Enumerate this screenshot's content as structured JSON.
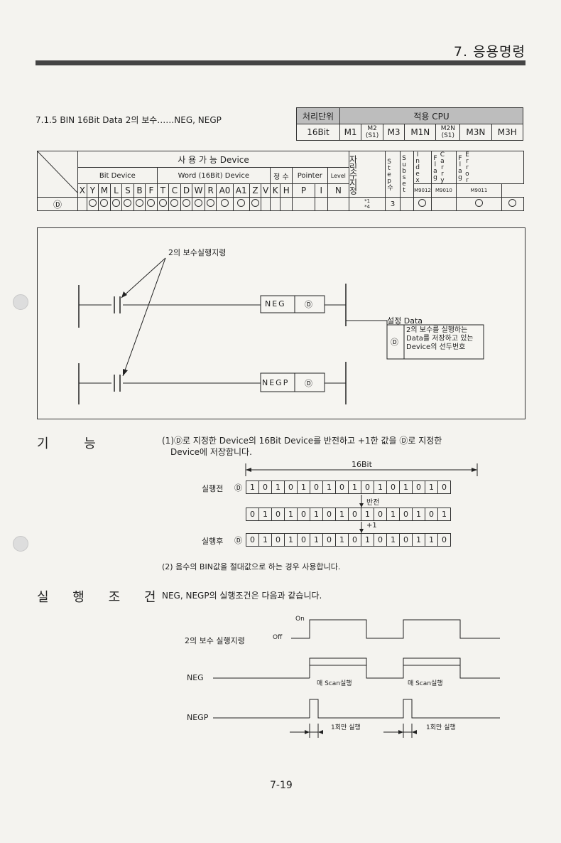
{
  "header": {
    "chapter_title": "7. 응용명령"
  },
  "section": {
    "title": "7.1.5 BIN 16Bit Data 2의 보수……NEG, NEGP"
  },
  "cpu_table": {
    "unit_label": "처리단위",
    "cpu_label": "적용 CPU",
    "unit_value": "16Bit",
    "cpus": [
      "M1",
      "M2\n(S1)",
      "M3",
      "M1N",
      "M2N\n(S1)",
      "M3N",
      "M3H"
    ]
  },
  "device_table": {
    "usable": "사 용 가 능   Device",
    "bit_device": "Bit Device",
    "word_device": "Word (16Bit) Device",
    "const": "정 수",
    "pointer": "Pointer",
    "level": "Level",
    "digit": "자릿수지정",
    "step": "Step수",
    "subset": "Subset",
    "index": "Index",
    "carry": "Carry Flag",
    "error": "Error Flag",
    "cols": [
      "X",
      "Y",
      "M",
      "L",
      "S",
      "B",
      "F",
      "T",
      "C",
      "D",
      "W",
      "R",
      "A0",
      "A1",
      "Z",
      "V",
      "K",
      "H",
      "P",
      "I",
      "N"
    ],
    "flags": [
      "M9012",
      "M9010",
      "M9011"
    ],
    "operand": "Ⓓ",
    "row": [
      "",
      "○",
      "○",
      "○",
      "○",
      "○",
      "○",
      "○",
      "○",
      "○",
      "○",
      "○",
      "○",
      "○",
      "○",
      "",
      "",
      "",
      "",
      "",
      ""
    ],
    "digit_val": "*1\n*4",
    "step_val": "3",
    "index_val": "○",
    "carry_val": "",
    "err1": "○",
    "err2": "○"
  },
  "ladder": {
    "command_label": "2의 보수실행지령",
    "neg": "NEG",
    "negp": "NEGP",
    "operand": "Ⓓ",
    "set_data": "설정 Data",
    "set_desc": "2의 보수를 실행하는 Data를 저장하고 있는 Device의 선두번호"
  },
  "function": {
    "heading": "기 능",
    "line1": "(1)Ⓓ로 지정한 Device의 16Bit Device를 반전하고 +1한 값을 Ⓓ로 지정한",
    "line2": "Device에 저장합니다.",
    "width_label": "16Bit",
    "before": "실행전",
    "after": "실행후",
    "operand": "Ⓓ",
    "invert": "반전",
    "plus1": "+1",
    "bits_before": [
      "1",
      "0",
      "1",
      "0",
      "1",
      "0",
      "1",
      "0",
      "1",
      "0",
      "1",
      "0",
      "1",
      "0",
      "1",
      "0"
    ],
    "bits_inv": [
      "0",
      "1",
      "0",
      "1",
      "0",
      "1",
      "0",
      "1",
      "0",
      "1",
      "0",
      "1",
      "0",
      "1",
      "0",
      "1"
    ],
    "bits_after": [
      "0",
      "1",
      "0",
      "1",
      "0",
      "1",
      "0",
      "1",
      "0",
      "1",
      "0",
      "1",
      "0",
      "1",
      "1",
      "0"
    ],
    "line3": "(2) 음수의 BIN값을 절대값으로 하는 경우 사용합니다."
  },
  "condition": {
    "heading": "실 행 조 건",
    "intro": "NEG, NEGP의 실행조건은 다음과 같습니다.",
    "cmd": "2의 보수 실행지령",
    "on": "On",
    "off": "Off",
    "neg": "NEG",
    "negp": "NEGP",
    "scan": "매 Scan실행",
    "once": "1회만 실행"
  },
  "page_number": "7-19"
}
